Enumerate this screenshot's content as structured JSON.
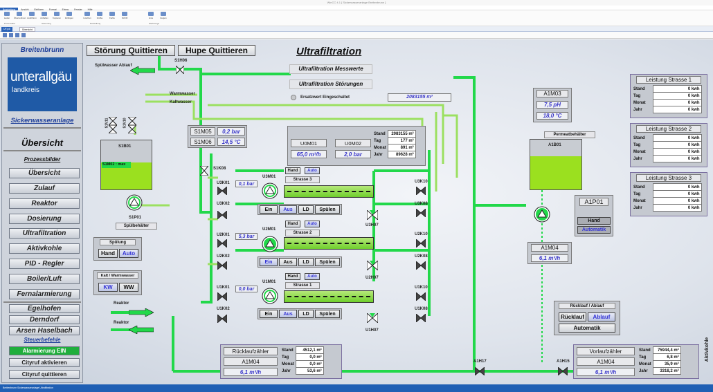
{
  "window": {
    "title": "WinCC 4.1 [ Sickerwasseranlage Breitenbrunn ]"
  },
  "menu": [
    "Bearbeitung",
    "Ansicht",
    "Einfügen",
    "Format",
    "Extras",
    "Fenster",
    "Hilfe"
  ],
  "ribbon": {
    "buttons": [
      "Laden",
      "Übernehmen",
      "Ausführen",
      "Anhalten",
      "Kopieren",
      "Einfügen",
      "Löschen",
      "Größe",
      "Farbe",
      "Schrift",
      "Linie",
      "Zeigen"
    ],
    "groups": [
      "Prozessbild",
      "Steuerung",
      "Darstellung",
      "Werkzeuge"
    ]
  },
  "tabs": {
    "doc": "UF.pdl",
    "second": "Übersicht"
  },
  "status_text": "Breitenbrunn Sickerwasseranlage Ultrafiltration",
  "sidebar": {
    "location": "Breitenbrunn",
    "logo_line1": "unterallgäu",
    "logo_line2": "landkreis",
    "plant": "Sickerwasseranlage",
    "overview": "Übersicht",
    "section_process": "Prozessbilder",
    "nav": [
      "Übersicht",
      "Zulauf",
      "Reaktor",
      "Dosierung",
      "Ultrafiltration",
      "Aktivkohle",
      "PID - Regler",
      "Boiler/Luft",
      "Fernalarmierung"
    ],
    "sites": [
      "Egelhofen",
      "Derndorf",
      "Arsen Haselbach"
    ],
    "section_control": "Steuerbefehle",
    "alarm": "Alarmierung EIN",
    "cityruf_on": "Cityruf aktivieren",
    "cityruf_ack": "Cityruf quittieren"
  },
  "header": {
    "ack_fault": "Störung Quittieren",
    "ack_horn": "Hupe Quittieren",
    "title": "Ultrafiltration",
    "measure": "Ultrafiltration Messwerte",
    "faults": "Ultrafiltration Störungen",
    "substitute_label": "Ersatzwert Eingeschaltet",
    "substitute_value": "2083155 m³"
  },
  "labels": {
    "spuelwasser": "Spülwasser Ablauf",
    "warmwasser": "Warmwasser",
    "kaltwasser": "Kaltwasser",
    "s1h06": "S1H06",
    "s1v11": "S1V11",
    "s1v10": "S1V10",
    "s1b01": "S1B01",
    "s1m02": "S1M02 : max",
    "s1p01": "S1P01",
    "spuelbehaelter": "Spülbehälter",
    "s1k08": "S1K08",
    "reaktor1": "Reaktor",
    "reaktor2": "Reaktor",
    "permeat": "Permeatbehälter",
    "a1b01": "A1B01",
    "a1h17": "A1H17",
    "a1h15": "A1H15",
    "aktivkohle": "Aktivkohle"
  },
  "pressures": {
    "s1m05": "S1M05",
    "s1m05_val": "0,2 bar",
    "s1m06": "S1M06",
    "s1m06_val": "14,5 °C"
  },
  "flow_block": {
    "u0m01": "U0M01",
    "u0m01_val": "65,0 m³/h",
    "u0m02": "U0M02",
    "u0m02_val": "2,0 bar",
    "rows": [
      {
        "k": "Stand",
        "v": "2083155 m³"
      },
      {
        "k": "Tag",
        "v": "177 m³"
      },
      {
        "k": "Monat",
        "v": "891 m³"
      },
      {
        "k": "Jahr",
        "v": "89628 m³"
      }
    ]
  },
  "spuelung": {
    "title": "Spülung",
    "hand": "Hand",
    "auto": "Auto"
  },
  "kaltwarm": {
    "title": "Kalt / Warmwasser",
    "kw": "KW",
    "ww": "WW"
  },
  "strassen": [
    {
      "name": "Strasse 3",
      "pump": "U3M01",
      "pressure_tag": "U3K01",
      "pressure": "0,1 bar",
      "valve_in2": "U3K02",
      "valve_out1": "U3K10",
      "valve_out2": "U3K08",
      "hand": "Hand",
      "auto": "Auto",
      "ein": "Ein",
      "aus": "Aus",
      "ld": "LD",
      "spuelen": "Spülen"
    },
    {
      "name": "Strasse 2",
      "pump": "U2M01",
      "pressure_tag": "U2K01",
      "pressure": "5,3 bar",
      "valve_in2": "U2K02",
      "valve_out1": "U2K10",
      "valve_out2": "U2K08",
      "hand": "Hand",
      "auto": "Auto",
      "ein": "Ein",
      "aus": "Aus",
      "ld": "LD",
      "spuelen": "Spülen"
    },
    {
      "name": "Strasse 1",
      "pump": "U1M01",
      "pressure_tag": "U1K01",
      "pressure": "0,0 bar",
      "valve_in2": "U1K02",
      "valve_out1": "U1K10",
      "valve_out2": "U1K08",
      "hand": "Hand",
      "auto": "Auto",
      "ein": "Ein",
      "aus": "Aus",
      "ld": "LD",
      "spuelen": "Spülen"
    }
  ],
  "valves_mid": {
    "u3h07": "U3H07",
    "u2h07": "U2H07",
    "u1h07": "U1H07"
  },
  "a1m03": {
    "tag": "A1M03",
    "ph": "7,5 pH",
    "temp": "18,0 °C"
  },
  "a1m04_right": {
    "tag": "A1M04",
    "val": "6,1 m³/h"
  },
  "a1p01": {
    "tag": "A1P01",
    "hand": "Hand",
    "auto": "Automatik"
  },
  "ruecklauf_ablauf": {
    "title": "Rücklauf / Ablauf",
    "ruecklauf": "Rücklauf",
    "ablauf": "Ablauf",
    "automatik": "Automatik"
  },
  "leistung": [
    {
      "title": "Leistung Strasse 1",
      "rows": [
        {
          "k": "Stand",
          "v": "0 kwh"
        },
        {
          "k": "Tag",
          "v": "0 kwh"
        },
        {
          "k": "Monat",
          "v": "0 kwh"
        },
        {
          "k": "Jahr",
          "v": "0 kwh"
        }
      ]
    },
    {
      "title": "Leistung Strasse 2",
      "rows": [
        {
          "k": "Stand",
          "v": "0 kwh"
        },
        {
          "k": "Tag",
          "v": "0 kwh"
        },
        {
          "k": "Monat",
          "v": "0 kwh"
        },
        {
          "k": "Jahr",
          "v": "0 kwh"
        }
      ]
    },
    {
      "title": "Leistung Strasse 3",
      "rows": [
        {
          "k": "Stand",
          "v": "0 kwh"
        },
        {
          "k": "Tag",
          "v": "0 kwh"
        },
        {
          "k": "Monat",
          "v": "0 kwh"
        },
        {
          "k": "Jahr",
          "v": "0 kwh"
        }
      ]
    }
  ],
  "ruecklaufzaehler": {
    "title": "Rücklaufzähler",
    "tag": "A1M04",
    "val": "6,1 m³/h",
    "rows": [
      {
        "k": "Stand",
        "v": "4512,1 m³"
      },
      {
        "k": "Tag",
        "v": "0,0 m³"
      },
      {
        "k": "Monat",
        "v": "0,0 m³"
      },
      {
        "k": "Jahr",
        "v": "53,6 m³"
      }
    ]
  },
  "vorlaufzaehler": {
    "title": "Vorlaufzähler",
    "tag": "A1M04",
    "val": "6,1 m³/h",
    "rows": [
      {
        "k": "Stand",
        "v": "75944,4 m³"
      },
      {
        "k": "Tag",
        "v": "6,8 m³"
      },
      {
        "k": "Monat",
        "v": "35,9 m³"
      },
      {
        "k": "Jahr",
        "v": "3318,2 m³"
      }
    ]
  },
  "colors": {
    "pipe": "#22d84a",
    "pipe_light": "#9be060",
    "value_text": "#3a37c9",
    "title_blue": "#20409a",
    "status_bar": "#1f5fb4"
  }
}
